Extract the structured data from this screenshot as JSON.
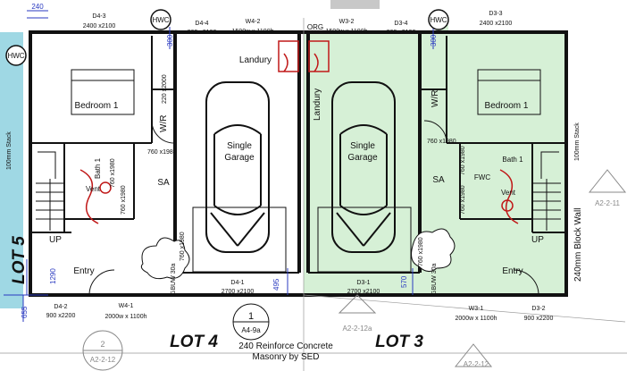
{
  "lots": {
    "lot5": "LOT 5",
    "lot4": "LOT 4",
    "lot3": "LOT 3"
  },
  "rooms": {
    "bedroom_left": "Bedroom 1",
    "bedroom_right": "Bedroom 1",
    "garage_left_1": "Single",
    "garage_left_2": "Garage",
    "garage_right_1": "Single",
    "garage_right_2": "Garage",
    "laundry_left": "Landury",
    "laundry_right": "Landury",
    "entry_left": "Entry",
    "entry_right": "Entry",
    "sa_left": "SA",
    "sa_right": "SA",
    "wr_left": "W/R",
    "wr_right": "W/R",
    "up_left": "UP",
    "up_right": "UP",
    "bath_left": "Bath 1",
    "bath_right": "Bath 1",
    "vent_left": "Vent",
    "vent_right": "Vent",
    "fwc": "FWC",
    "org": "ORG",
    "hwc1": "HWC",
    "hwc2": "HWC",
    "hwc3": "HWC"
  },
  "windows": {
    "d4_3": [
      "D4-3",
      "2400 x2100"
    ],
    "d4_4": [
      "D4-4",
      "860 x2100"
    ],
    "w4_2": [
      "W4-2",
      "1500w x 1100h"
    ],
    "w3_2": [
      "W3-2",
      "1500w x 1100h"
    ],
    "d3_4": [
      "D3-4",
      "860 x2100"
    ],
    "d3_3": [
      "D3-3",
      "2400 x2100"
    ],
    "d4_1": [
      "D4-1",
      "2700 x2100"
    ],
    "d3_1": [
      "D3-1",
      "2700 x2100"
    ],
    "w4_1": [
      "W4-1",
      "2000w x 1100h"
    ],
    "w3_1": [
      "W3-1",
      "2000w x 1100h"
    ],
    "d4_2": [
      "D4-2",
      "900 x2200"
    ],
    "d3_2": [
      "D3-2",
      "900 x2200"
    ]
  },
  "dimensions": {
    "d240": "240",
    "d300_left": "300",
    "d300_right": "300",
    "d1290": "1290",
    "d655": "655",
    "d495": "495",
    "d570": "570",
    "door_220x2000": "220 x2000",
    "door_760a": "760 x1980",
    "door_760b": "760 x1980",
    "door_760c": "760 x1980",
    "door_760d": "760 x1980",
    "door_760e": "760 x1980",
    "door_760f": "760 x1980",
    "door_760g": "760 x1980",
    "door_760h": "760 x1980"
  },
  "notes": {
    "stack_left": "100mm Stack",
    "stack_right": "100mm Stack",
    "block_wall": "240mm Block Wall",
    "gbuw_left": "GBUW 30a",
    "gbuw_right": "GBUW 30a",
    "concrete_1": "240 Reinforce Concrete",
    "concrete_2": "Masonry by SED"
  },
  "markers": {
    "section_num": "1",
    "section_ref": "A4-9a",
    "ref_2": "2",
    "ref_2_sheet": "A2-2-12",
    "ref_12a": "A2-2-12a",
    "ref_11": "A2-2-11",
    "ref_bottom": "A2-2-12"
  },
  "colors": {
    "lot5_fill": "#9fd8e4",
    "lot3_fill": "#d6f0d6",
    "wall": "#111111",
    "dim": "#2a3ac0",
    "plumb": "#c01818"
  }
}
